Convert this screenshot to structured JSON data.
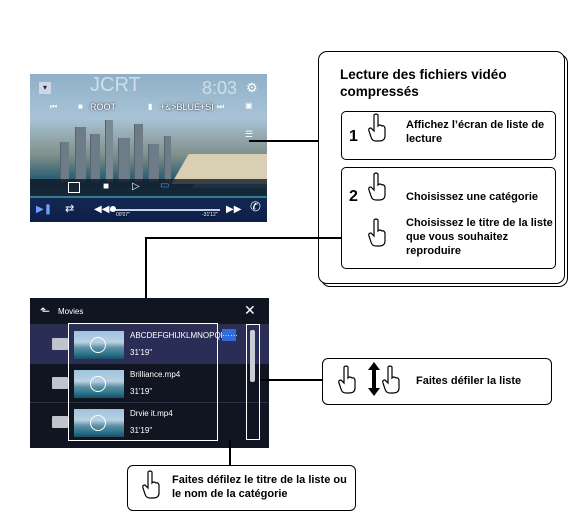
{
  "player": {
    "folder": "ROOT",
    "file": "+&>BLUE+SI",
    "watermark": "JCRT",
    "clock": "8:03",
    "time_elapsed": "00'07\"",
    "time_remaining": "-31'12\""
  },
  "instructions": {
    "title": "Lecture des fichiers vidéo compressés",
    "step1_number": "1",
    "step1_text": "Affichez l’écran de liste de lecture",
    "step2_number": "2",
    "step2a_text": "Choisissez une catégorie",
    "step2b_text": "Choisissez le titre de la liste que vous souhaitez reproduire"
  },
  "list_screen": {
    "title": "Movies",
    "items": [
      {
        "title": "ABCDEFGHIJKLMNOPQRS",
        "duration": "31'19\""
      },
      {
        "title": "Brilliance.mp4",
        "duration": "31'19\""
      },
      {
        "title": "Drvie it.mp4",
        "duration": "31'19\""
      }
    ],
    "more_label": "……"
  },
  "callouts": {
    "scroll_list": "Faites défiler la liste",
    "scroll_title": "Faites défilez le titre de la liste ou le nom de la catégorie"
  },
  "colors": {
    "highlight_border": "#ffffff",
    "list_bg": "#101521",
    "accent_blue": "#2f6ed8"
  }
}
